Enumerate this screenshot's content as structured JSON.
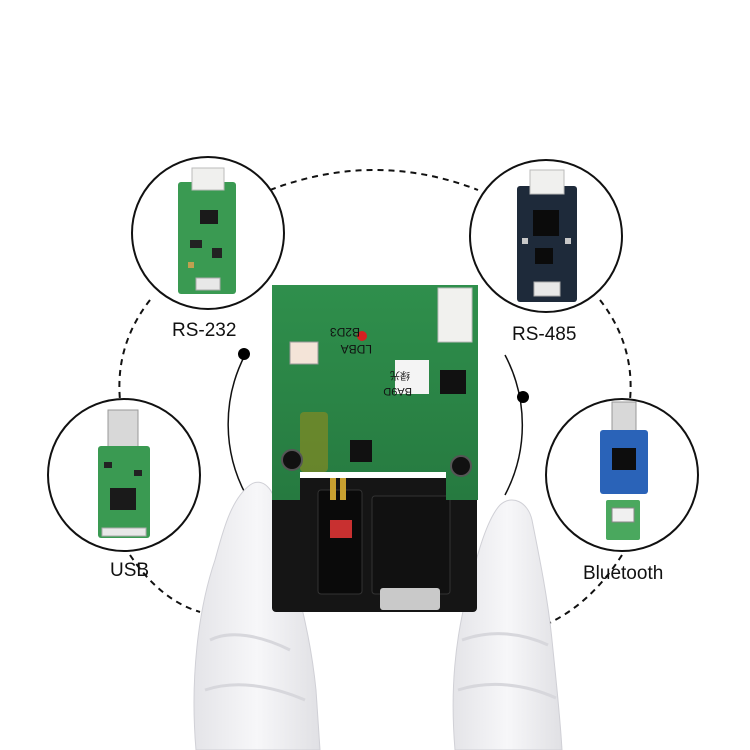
{
  "labels": {
    "rs232": "RS-232",
    "rs485": "RS-485",
    "usb": "USB",
    "bluetooth": "Bluetooth"
  },
  "board_markings": {
    "ldba": "LDBA",
    "b2d3": "B2D3",
    "ba9d": "BA9D",
    "lvguang": "绿光"
  },
  "colors": {
    "pcb_green": "#2e8a4a",
    "rs485_board": "#1e2a3a",
    "bluetooth_board": "#2a63b8",
    "glove": "#f2f2f4"
  }
}
